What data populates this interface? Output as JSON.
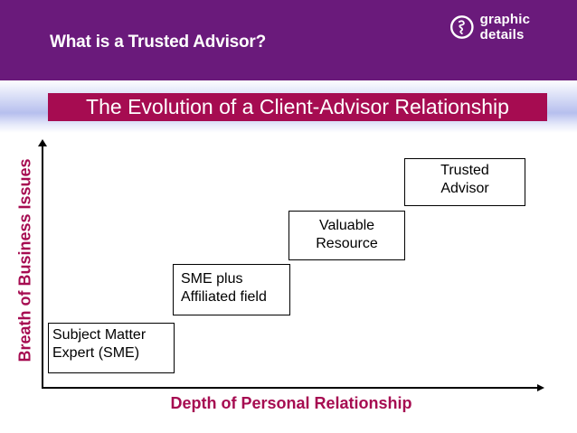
{
  "header": {
    "title": "What is a Trusted Advisor?",
    "logo_text": "graphic details"
  },
  "banner": {
    "text": "The Evolution of a Client-Advisor Relationship"
  },
  "chart": {
    "y_axis_label": "Breath of Business Issues",
    "x_axis_label": "Depth of Personal Relationship",
    "boxes": [
      {
        "line1": "Subject Matter",
        "line2": "Expert (SME)"
      },
      {
        "line1": "SME plus",
        "line2": "Affiliated field"
      },
      {
        "line1": "Valuable",
        "line2": "Resource"
      },
      {
        "line1": "Trusted",
        "line2": "Advisor"
      }
    ]
  },
  "colors": {
    "header_purple": "#6A1A7B",
    "banner_crimson": "#A60C51",
    "axis_label_crimson": "#A60C51",
    "gradient_band_lavender": "#B6BFEE",
    "box_border": "#000000"
  }
}
